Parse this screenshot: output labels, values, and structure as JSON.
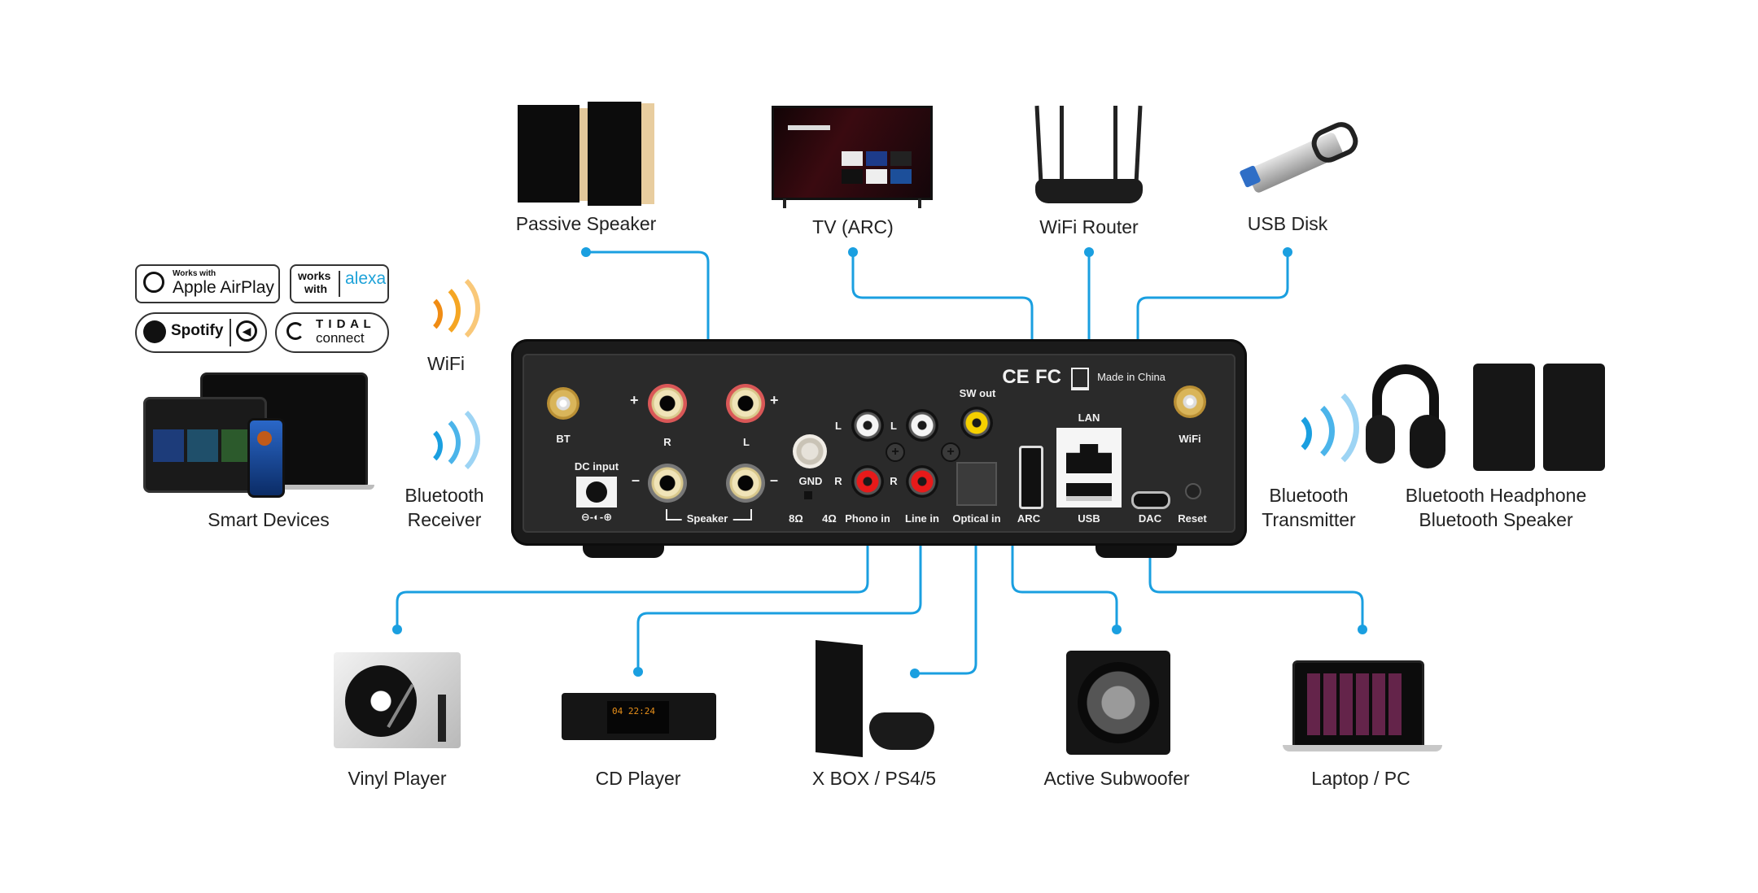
{
  "diagram": {
    "title": "Amplifier rear-panel connection diagram",
    "wire_color": "#1a9fe0",
    "top_devices": [
      {
        "id": "passive-speaker",
        "label": "Passive Speaker"
      },
      {
        "id": "tv",
        "label": "TV (ARC)"
      },
      {
        "id": "wifi-router",
        "label": "WiFi Router"
      },
      {
        "id": "usb-disk",
        "label": "USB Disk"
      }
    ],
    "bottom_devices": [
      {
        "id": "vinyl-player",
        "label": "Vinyl Player"
      },
      {
        "id": "cd-player",
        "label": "CD Player"
      },
      {
        "id": "console",
        "label": "X BOX / PS4/5"
      },
      {
        "id": "active-subwoofer",
        "label": "Active Subwoofer"
      },
      {
        "id": "laptop",
        "label": "Laptop / PC"
      }
    ],
    "left": {
      "smart_devices": "Smart Devices",
      "wifi": "WiFi",
      "bt_receiver_line1": "Bluetooth",
      "bt_receiver_line2": "Receiver",
      "badges": {
        "airplay_small": "Works with",
        "airplay_big": "Apple AirPlay",
        "alexa_works": "works",
        "alexa_with": "with",
        "alexa_brand": "alexa",
        "spotify": "Spotify",
        "tidal_top": "T I D A L",
        "tidal_bottom": "connect"
      }
    },
    "right": {
      "bt_tx_line1": "Bluetooth",
      "bt_tx_line2": "Transmitter",
      "bt_out_line1": "Bluetooth Headphone",
      "bt_out_line2": "Bluetooth Speaker"
    },
    "panel": {
      "bt": "BT",
      "wifi": "WiFi",
      "dc_input": "DC input",
      "dc_polarity": "⊖-◐-⊕",
      "speaker_r": "R",
      "speaker_l": "L",
      "plus": "+",
      "minus": "–",
      "speaker": "Speaker",
      "gnd": "GND",
      "ohm8": "8Ω",
      "ohm4": "4Ω",
      "rca_l": "L",
      "rca_r": "R",
      "phono_in": "Phono in",
      "line_in": "Line in",
      "sw_out": "SW out",
      "optical_in": "Optical in",
      "arc": "ARC",
      "lan": "LAN",
      "usb": "USB",
      "dac": "DAC",
      "reset": "Reset",
      "ce": "CE",
      "fc": "FC",
      "made_in": "Made in China"
    }
  }
}
